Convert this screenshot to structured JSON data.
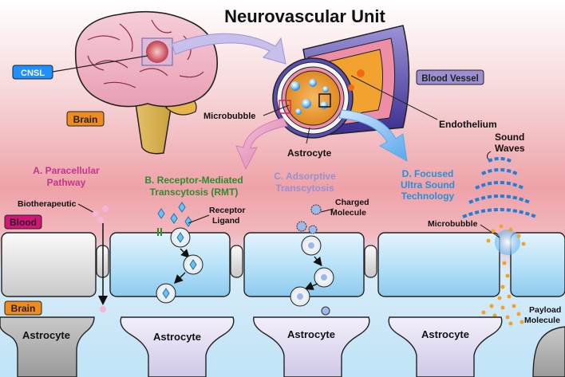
{
  "title": "Neurovascular Unit",
  "labels": {
    "cnsl": "CNSL",
    "brain_region": "Brain",
    "blood_vessel": "Blood Vessel",
    "microbubble_top": "Microbubble",
    "endothelium": "Endothelium",
    "astrocyte_top": "Astrocyte",
    "sound_waves_1": "Sound",
    "sound_waves_2": "Waves",
    "blood": "Blood",
    "brain_lower": "Brain",
    "biotherapeutic": "Biotherapeutic",
    "receptor_ligand_1": "Receptor",
    "receptor_ligand_2": "Ligand",
    "charged_molecule_1": "Charged",
    "charged_molecule_2": "Molecule",
    "microbubble_lower": "Microbubble",
    "payload_1": "Payload",
    "payload_2": "Molecule"
  },
  "pathways": {
    "a1": "A. Paracellular",
    "a2": "Pathway",
    "b1": "B. Receptor-Mediated",
    "b2": "Transcytosis (RMT)",
    "c1": "C. Adsorptive",
    "c2": "Transcytosis",
    "d1": "D. Focused",
    "d2": "Ultra Sound",
    "d3": "Technology"
  },
  "astrocytes": [
    "Astrocyte",
    "Astrocyte",
    "Astrocyte",
    "Astrocyte"
  ],
  "colors": {
    "pathway_a": "#c0368c",
    "pathway_b": "#2e8b2e",
    "pathway_c": "#9a8fd0",
    "pathway_d": "#2a8fd8",
    "cnsl_box": "#1e90ff",
    "brain_box": "#f08c1e",
    "blood_box": "#d4147a",
    "vessel_box": "#9b8fd0"
  }
}
